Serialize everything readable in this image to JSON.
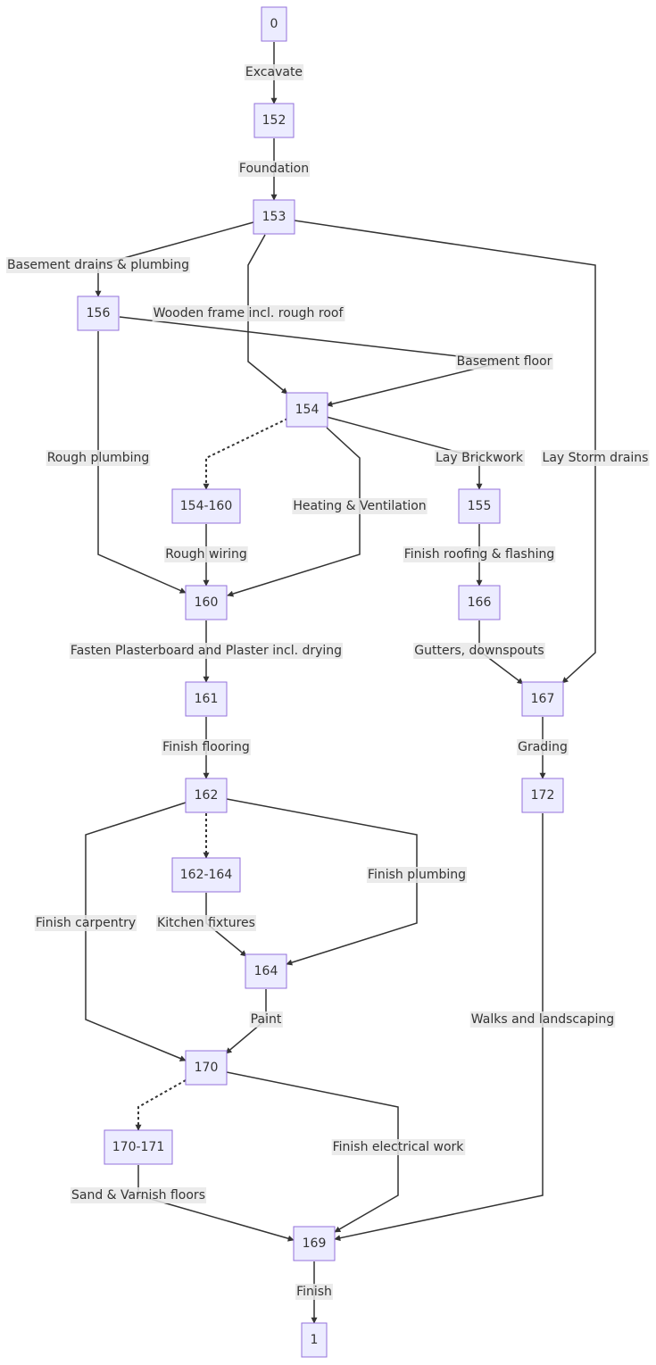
{
  "diagram": {
    "nodes": [
      {
        "id": "n0",
        "label": "0"
      },
      {
        "id": "n152",
        "label": "152"
      },
      {
        "id": "n153",
        "label": "153"
      },
      {
        "id": "n156",
        "label": "156"
      },
      {
        "id": "n154",
        "label": "154"
      },
      {
        "id": "n154_160",
        "label": "154-160"
      },
      {
        "id": "n155",
        "label": "155"
      },
      {
        "id": "n160",
        "label": "160"
      },
      {
        "id": "n166",
        "label": "166"
      },
      {
        "id": "n161",
        "label": "161"
      },
      {
        "id": "n167",
        "label": "167"
      },
      {
        "id": "n162",
        "label": "162"
      },
      {
        "id": "n172",
        "label": "172"
      },
      {
        "id": "n162_164",
        "label": "162-164"
      },
      {
        "id": "n164",
        "label": "164"
      },
      {
        "id": "n170",
        "label": "170"
      },
      {
        "id": "n170_171",
        "label": "170-171"
      },
      {
        "id": "n169",
        "label": "169"
      },
      {
        "id": "n1",
        "label": "1"
      }
    ],
    "edges": [
      {
        "id": "e1",
        "from": "n0",
        "to": "n152",
        "label": "Excavate",
        "style": "solid"
      },
      {
        "id": "e2",
        "from": "n152",
        "to": "n153",
        "label": "Foundation",
        "style": "solid"
      },
      {
        "id": "e3",
        "from": "n153",
        "to": "n156",
        "label": "Basement drains & plumbing",
        "style": "solid"
      },
      {
        "id": "e4",
        "from": "n153",
        "to": "n154",
        "label": "Wooden frame incl. rough roof",
        "style": "solid"
      },
      {
        "id": "e5",
        "from": "n156",
        "to": "n154",
        "label": "Basement floor",
        "style": "solid"
      },
      {
        "id": "e6",
        "from": "n153",
        "to": "n167",
        "label": "Lay Storm drains",
        "style": "solid"
      },
      {
        "id": "e7",
        "from": "n156",
        "to": "n160",
        "label": "Rough plumbing",
        "style": "solid"
      },
      {
        "id": "e8",
        "from": "n154",
        "to": "n154_160",
        "label": "",
        "style": "dotted"
      },
      {
        "id": "e9",
        "from": "n154",
        "to": "n160",
        "label": "Heating & Ventilation",
        "style": "solid"
      },
      {
        "id": "e10",
        "from": "n154",
        "to": "n155",
        "label": "Lay Brickwork",
        "style": "solid"
      },
      {
        "id": "e11",
        "from": "n154_160",
        "to": "n160",
        "label": "Rough wiring",
        "style": "solid"
      },
      {
        "id": "e12",
        "from": "n155",
        "to": "n166",
        "label": "Finish roofing & flashing",
        "style": "solid"
      },
      {
        "id": "e13",
        "from": "n160",
        "to": "n161",
        "label": "Fasten Plasterboard and Plaster incl. drying",
        "style": "solid"
      },
      {
        "id": "e14",
        "from": "n166",
        "to": "n167",
        "label": "Gutters, downspouts",
        "style": "solid"
      },
      {
        "id": "e15",
        "from": "n161",
        "to": "n162",
        "label": "Finish flooring",
        "style": "solid"
      },
      {
        "id": "e16",
        "from": "n167",
        "to": "n172",
        "label": "Grading",
        "style": "solid"
      },
      {
        "id": "e17",
        "from": "n162",
        "to": "n162_164",
        "label": "",
        "style": "dotted"
      },
      {
        "id": "e18",
        "from": "n162",
        "to": "n164",
        "label": "Finish plumbing",
        "style": "solid"
      },
      {
        "id": "e19",
        "from": "n162",
        "to": "n170",
        "label": "Finish carpentry",
        "style": "solid"
      },
      {
        "id": "e20",
        "from": "n162_164",
        "to": "n164",
        "label": "Kitchen fixtures",
        "style": "solid"
      },
      {
        "id": "e21",
        "from": "n164",
        "to": "n170",
        "label": "Paint",
        "style": "solid"
      },
      {
        "id": "e22",
        "from": "n172",
        "to": "n169",
        "label": "Walks and landscaping",
        "style": "solid"
      },
      {
        "id": "e23",
        "from": "n170",
        "to": "n170_171",
        "label": "",
        "style": "dotted"
      },
      {
        "id": "e24",
        "from": "n170",
        "to": "n169",
        "label": "Finish electrical work",
        "style": "solid"
      },
      {
        "id": "e25",
        "from": "n170_171",
        "to": "n169",
        "label": "Sand & Varnish floors",
        "style": "solid"
      },
      {
        "id": "e26",
        "from": "n169",
        "to": "n1",
        "label": "Finish",
        "style": "solid"
      }
    ]
  },
  "colors": {
    "node_fill": "#ECECFF",
    "node_stroke": "#9370DB",
    "edge": "#333333",
    "label_background": "#e8e8e8",
    "text": "#333333"
  }
}
